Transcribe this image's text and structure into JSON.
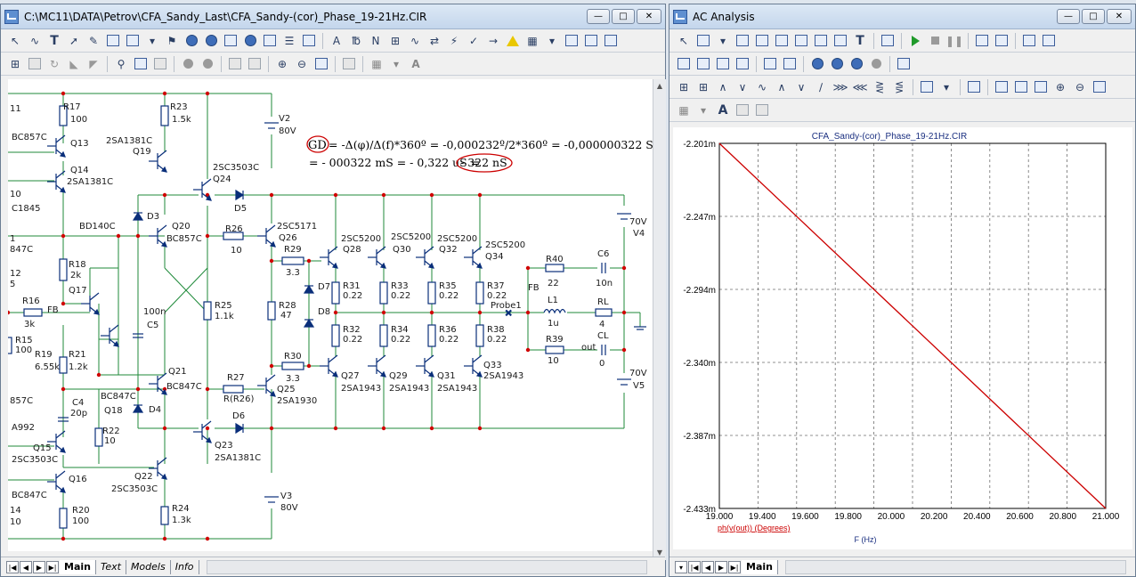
{
  "left_window": {
    "title": "C:\\MC11\\DATA\\Petrov\\CFA_Sandy_Last\\CFA_Sandy-(cor)_Phase_19-21Hz.CIR",
    "tabs": [
      "Main",
      "Text",
      "Models",
      "Info"
    ],
    "annotation": {
      "line1_gd": "GD",
      "line1_rest": "= -Δ(φ)/Δ(f)*360º = -0,000232º/2*360º = -0,000000322 S",
      "line2_prefix": "= - 000322 mS = - 0,322 uS =",
      "line2_circled": "- 322 nS"
    },
    "labels": [
      [
        "R17",
        "70",
        "122"
      ],
      [
        "100",
        "78",
        "136"
      ],
      [
        "R23",
        "190",
        "122"
      ],
      [
        "1.5k",
        "192",
        "136"
      ],
      [
        "BC857C",
        "12",
        "156"
      ],
      [
        "Q13",
        "78",
        "163"
      ],
      [
        "2SA1381C",
        "118",
        "160"
      ],
      [
        "Q19",
        "148",
        "172"
      ],
      [
        "Q14",
        "78",
        "193"
      ],
      [
        "2SA1381C",
        "74",
        "206"
      ],
      [
        "2SC3503C",
        "238",
        "190"
      ],
      [
        "Q24",
        "238",
        "203"
      ],
      [
        "V2",
        "312",
        "135"
      ],
      [
        "80V",
        "312",
        "149"
      ],
      [
        "D5",
        "262",
        "236"
      ],
      [
        "D3",
        "164",
        "245"
      ],
      [
        "BD140C",
        "88",
        "256"
      ],
      [
        "Q20",
        "192",
        "256"
      ],
      [
        "BC857C",
        "186",
        "270"
      ],
      [
        "R26",
        "252",
        "259"
      ],
      [
        "10",
        "258",
        "283"
      ],
      [
        "2SC5171",
        "310",
        "256"
      ],
      [
        "Q26",
        "312",
        "269"
      ],
      [
        "R29",
        "318",
        "282"
      ],
      [
        "3.3",
        "320",
        "308"
      ],
      [
        "R18",
        "76",
        "299"
      ],
      [
        "2k",
        "78",
        "311"
      ],
      [
        "Q17",
        "76",
        "328"
      ],
      [
        "R16",
        "24",
        "340"
      ],
      [
        "3k",
        "26",
        "366"
      ],
      [
        "FB",
        "52",
        "350"
      ],
      [
        "D7",
        "356",
        "324"
      ],
      [
        "D8",
        "356",
        "352"
      ],
      [
        "R28",
        "312",
        "345"
      ],
      [
        "47",
        "314",
        "356"
      ],
      [
        "R25",
        "240",
        "345"
      ],
      [
        "1.1k",
        "240",
        "357"
      ],
      [
        "100n",
        "160",
        "352"
      ],
      [
        "C5",
        "164",
        "367"
      ],
      [
        "R15",
        "16",
        "384"
      ],
      [
        "100",
        "16",
        "395"
      ],
      [
        "R19",
        "38",
        "400"
      ],
      [
        "6.55k",
        "38",
        "414"
      ],
      [
        "R21",
        "76",
        "400"
      ],
      [
        "1.2k",
        "76",
        "414"
      ],
      [
        "R30",
        "318",
        "402"
      ],
      [
        "3.3",
        "320",
        "427"
      ],
      [
        "Q21",
        "188",
        "419"
      ],
      [
        "BC847C",
        "186",
        "436"
      ],
      [
        "R27",
        "254",
        "426"
      ],
      [
        "R(R26)",
        "250",
        "450"
      ],
      [
        "Q25",
        "310",
        "439"
      ],
      [
        "2SA1930",
        "310",
        "452"
      ],
      [
        "C4",
        "80",
        "454"
      ],
      [
        "20p",
        "78",
        "466"
      ],
      [
        "BC847C",
        "112",
        "447"
      ],
      [
        "Q18",
        "116",
        "463"
      ],
      [
        "D4",
        "166",
        "462"
      ],
      [
        "D6",
        "260",
        "469"
      ],
      [
        "R22",
        "114",
        "486"
      ],
      [
        "10",
        "116",
        "497"
      ],
      [
        "Q15",
        "36",
        "505"
      ],
      [
        "2SC3503C",
        "12",
        "518"
      ],
      [
        "Q23",
        "240",
        "502"
      ],
      [
        "2SA1381C",
        "240",
        "516"
      ],
      [
        "Q22",
        "150",
        "537"
      ],
      [
        "2SC3503C",
        "124",
        "551"
      ],
      [
        "Q16",
        "76",
        "540"
      ],
      [
        "BC847C",
        "12",
        "558"
      ],
      [
        "V3",
        "314",
        "559"
      ],
      [
        "80V",
        "314",
        "572"
      ],
      [
        "R24",
        "192",
        "573"
      ],
      [
        "1.3k",
        "192",
        "586"
      ],
      [
        "R20",
        "80",
        "575"
      ],
      [
        "100",
        "80",
        "587"
      ],
      [
        "2SC5200",
        "382",
        "270"
      ],
      [
        "Q28",
        "384",
        "282"
      ],
      [
        "2SC5200",
        "438",
        "268"
      ],
      [
        "Q30",
        "440",
        "282"
      ],
      [
        "2SC5200",
        "490",
        "270"
      ],
      [
        "Q32",
        "492",
        "282"
      ],
      [
        "2SC5200",
        "544",
        "277"
      ],
      [
        "Q34",
        "544",
        "290"
      ],
      [
        "R31",
        "384",
        "323"
      ],
      [
        "0.22",
        "384",
        "334"
      ],
      [
        "R33",
        "438",
        "323"
      ],
      [
        "0.22",
        "438",
        "334"
      ],
      [
        "R35",
        "492",
        "323"
      ],
      [
        "0.22",
        "492",
        "334"
      ],
      [
        "R37",
        "546",
        "323"
      ],
      [
        "0.22",
        "546",
        "334"
      ],
      [
        "FB",
        "592",
        "325"
      ],
      [
        "R32",
        "384",
        "372"
      ],
      [
        "0.22",
        "384",
        "383"
      ],
      [
        "R34",
        "438",
        "372"
      ],
      [
        "0.22",
        "438",
        "383"
      ],
      [
        "R36",
        "492",
        "372"
      ],
      [
        "0.22",
        "492",
        "383"
      ],
      [
        "R38",
        "546",
        "372"
      ],
      [
        "0.22",
        "546",
        "383"
      ],
      [
        "Probe1",
        "550",
        "345"
      ],
      [
        "R40",
        "612",
        "293"
      ],
      [
        "22",
        "614",
        "320"
      ],
      [
        "C6",
        "670",
        "287"
      ],
      [
        "10n",
        "668",
        "320"
      ],
      [
        "L1",
        "614",
        "339"
      ],
      [
        "1u",
        "614",
        "365"
      ],
      [
        "RL",
        "670",
        "341"
      ],
      [
        "4",
        "672",
        "366"
      ],
      [
        "R39",
        "612",
        "383"
      ],
      [
        "10",
        "614",
        "407"
      ],
      [
        "CL",
        "670",
        "379"
      ],
      [
        "out",
        "652",
        "392"
      ],
      [
        "0",
        "672",
        "410"
      ],
      [
        "70V",
        "706",
        "251"
      ],
      [
        "V4",
        "710",
        "264"
      ],
      [
        "70V",
        "706",
        "421"
      ],
      [
        "V5",
        "710",
        "435"
      ],
      [
        "Q27",
        "382",
        "424"
      ],
      [
        "2SA1943",
        "382",
        "438"
      ],
      [
        "Q29",
        "436",
        "424"
      ],
      [
        "2SA1943",
        "436",
        "438"
      ],
      [
        "Q31",
        "490",
        "424"
      ],
      [
        "2SA1943",
        "490",
        "438"
      ],
      [
        "Q33",
        "542",
        "412"
      ],
      [
        "2SA1943",
        "542",
        "424"
      ],
      [
        "11",
        "10",
        "124"
      ],
      [
        "10",
        "10",
        "220"
      ],
      [
        "C1845",
        "12",
        "236"
      ],
      [
        "1",
        "10",
        "270"
      ],
      [
        "847C",
        "10",
        "282"
      ],
      [
        "12",
        "10",
        "309"
      ],
      [
        "5",
        "10",
        "321"
      ],
      [
        "857C",
        "10",
        "452"
      ],
      [
        "A992",
        "12",
        "482"
      ],
      [
        "14",
        "10",
        "575"
      ],
      [
        "10",
        "10",
        "588"
      ]
    ]
  },
  "right_window": {
    "title": "AC Analysis",
    "tabs": [
      "Main"
    ],
    "chart_data": {
      "type": "line",
      "title": "CFA_Sandy-(cor)_Phase_19-21Hz.CIR",
      "xlabel": "F (Hz)",
      "ylabel": "",
      "series": [
        {
          "name": "ph(v(out)) (Degrees)",
          "x": [
            19.0,
            21.0
          ],
          "y": [
            -2.201,
            -2.433
          ]
        }
      ],
      "xlim": [
        19.0,
        21.0
      ],
      "ylim": [
        -2.433,
        -2.201
      ],
      "x_ticks": [
        "19.000",
        "19.400",
        "19.600",
        "19.800",
        "20.000",
        "20.200",
        "20.400",
        "20.600",
        "20.800",
        "21.000"
      ],
      "y_ticks": [
        "-2.201m",
        "-2.247m",
        "-2.294m",
        "-2.340m",
        "-2.387m",
        "-2.433m"
      ],
      "grid": true,
      "series_color": "#cc0000"
    }
  }
}
